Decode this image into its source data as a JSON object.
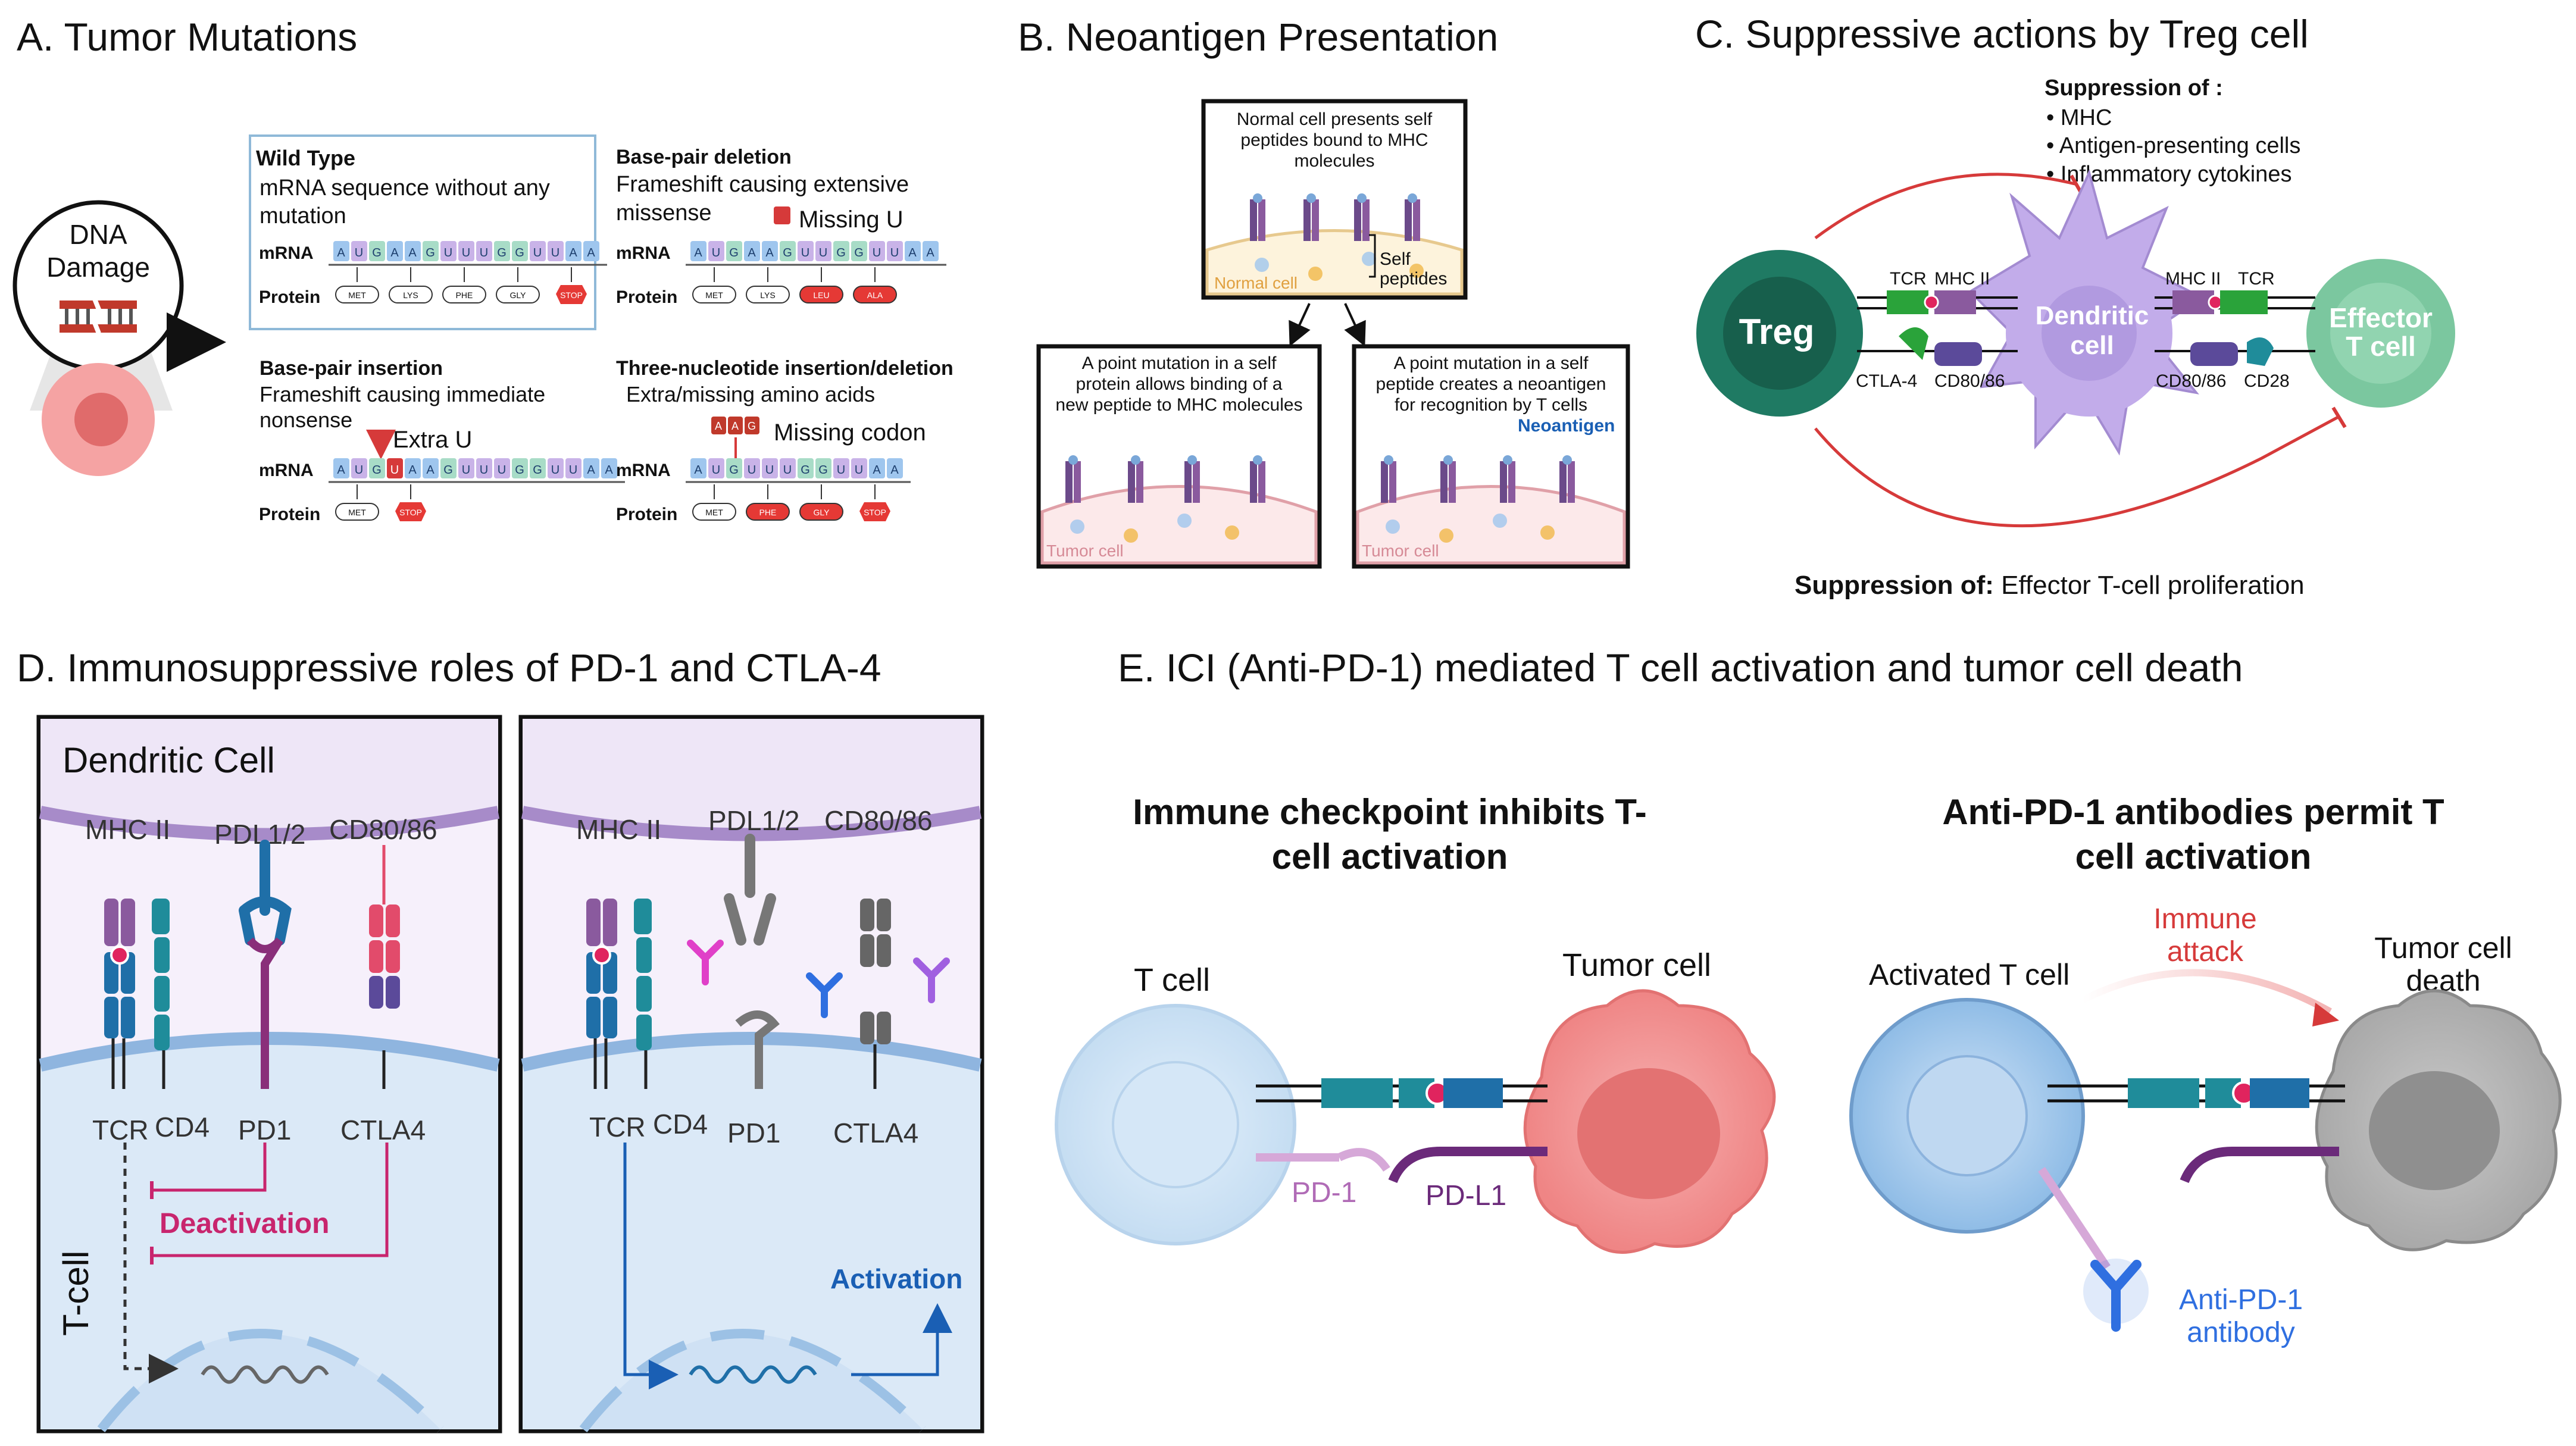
{
  "colors": {
    "membrane_purple": "#b7a3d6",
    "tcell_blue": "#cfe4f5",
    "tcell_edge": "#6f9ccb",
    "treg_teal": "#1f7a63",
    "effector_green": "#7bc79f",
    "dendritic_lilac": "#c2acea",
    "tumor_pink": "#f08a8a",
    "tumor_grey": "#9a9a9a",
    "suppress_red": "#d63a3a",
    "deactivation_magenta": "#c8256e",
    "activation_blue": "#1a5fb4",
    "antibody_blue": "#2f6fe0",
    "tcr_teal": "#1f8c9a",
    "mhc_purple": "#8a5a9e",
    "cd80_red": "#e24b6b",
    "ctla4_indigo": "#5b4a9a",
    "grey_receptor": "#6e6e6e",
    "tcr_green": "#2aa33a"
  },
  "panelA": {
    "title": "A. Tumor Mutations",
    "dna_damage": [
      "DNA",
      "Damage"
    ],
    "wild_type": {
      "heading": "Wild Type",
      "desc": [
        "mRNA sequence without any",
        "mutation"
      ],
      "mrna": "mRNA",
      "protein": "Protein",
      "bases": [
        "A",
        "U",
        "G",
        "A",
        "A",
        "G",
        "U",
        "U",
        "U",
        "G",
        "G",
        "U",
        "U",
        "A",
        "A"
      ],
      "aa": [
        "MET",
        "LYS",
        "PHE",
        "GLY",
        "STOP"
      ]
    },
    "deletion": {
      "heading": "Base-pair deletion",
      "desc": [
        "Frameshift causing extensive",
        "missense"
      ],
      "marker": "Missing U",
      "mrna": "mRNA",
      "protein": "Protein",
      "bases": [
        "A",
        "U",
        "G",
        "A",
        "A",
        "G",
        "U",
        "U",
        "G",
        "G",
        "U",
        "U",
        "A",
        "A"
      ],
      "aa": [
        "MET",
        "LYS",
        "LEU",
        "ALA"
      ]
    },
    "insertion": {
      "heading": "Base-pair insertion",
      "desc": [
        "Frameshift causing immediate",
        "nonsense"
      ],
      "marker": "Extra U",
      "mrna": "mRNA",
      "protein": "Protein",
      "bases": [
        "A",
        "U",
        "G",
        "U",
        "A",
        "A",
        "G",
        "U",
        "U",
        "U",
        "G",
        "G",
        "U",
        "U",
        "A",
        "A"
      ],
      "aa": [
        "MET",
        "STOP"
      ]
    },
    "triplet": {
      "heading": "Three-nucleotide insertion/deletion",
      "desc": [
        "Extra/missing amino acids"
      ],
      "marker": "Missing codon",
      "marker_bases": [
        "A",
        "A",
        "G"
      ],
      "mrna": "mRNA",
      "protein": "Protein",
      "bases": [
        "A",
        "U",
        "G",
        "U",
        "U",
        "U",
        "G",
        "G",
        "U",
        "U",
        "A",
        "A"
      ],
      "aa": [
        "MET",
        "PHE",
        "GLY",
        "STOP"
      ]
    }
  },
  "panelB": {
    "title": "B. Neoantigen Presentation",
    "normal": {
      "caption": [
        "Normal cell presents self",
        "peptides bound to MHC",
        "molecules"
      ],
      "cell_label": "Normal cell",
      "peptide_label": [
        "Self",
        "peptides"
      ]
    },
    "tumor_left": {
      "caption": [
        "A point mutation in a self",
        "protein allows binding of a",
        "new peptide to MHC molecules"
      ],
      "cell_label": "Tumor cell"
    },
    "tumor_right": {
      "caption": [
        "A point mutation in a self",
        "peptide creates a neoantigen",
        "for recognition by T cells"
      ],
      "cell_label": "Tumor cell",
      "neoantigen": "Neoantigen"
    }
  },
  "panelC": {
    "title": "C. Suppressive actions by Treg cell",
    "suppression_heading": "Suppression of :",
    "suppression_items": [
      "MHC",
      "Antigen-presenting cells",
      "Inflammatory cytokines"
    ],
    "treg": "Treg",
    "dendritic": [
      "Dendritic",
      "cell"
    ],
    "effector": [
      "Effector",
      "T cell"
    ],
    "labels_left": {
      "tcr": "TCR",
      "mhc": "MHC II",
      "ctla4": "CTLA-4",
      "cd80": "CD80/86"
    },
    "labels_right": {
      "mhc": "MHC II",
      "tcr": "TCR",
      "cd80": "CD80/86",
      "cd28": "CD28"
    },
    "bottom_bold": "Suppression of:",
    "bottom_rest": " Effector T-cell proliferation"
  },
  "panelD": {
    "title": "D. Immunosuppressive roles of PD-1 and CTLA-4",
    "dendritic_cell": "Dendritic Cell",
    "tcell": "T-cell",
    "left": {
      "top": [
        "MHC II",
        "PDL1/2",
        "CD80/86"
      ],
      "bottom": [
        "TCR",
        "CD4",
        "PD1",
        "CTLA4"
      ],
      "deactivation": "Deactivation"
    },
    "right": {
      "top": [
        "MHC II",
        "PDL1/2",
        "CD80/86"
      ],
      "bottom": [
        "TCR",
        "CD4",
        "PD1",
        "CTLA4"
      ],
      "activation": "Activation"
    }
  },
  "panelE": {
    "title": "E. ICI (Anti-PD-1) mediated T cell activation and tumor cell death",
    "left": {
      "heading": [
        "Immune checkpoint inhibits T-",
        "cell activation"
      ],
      "tcell": "T cell",
      "tumor": "Tumor cell",
      "pd1": "PD-1",
      "pdl1": "PD-L1"
    },
    "right": {
      "heading": [
        "Anti-PD-1 antibodies permit T",
        "cell activation"
      ],
      "activated": "Activated T cell",
      "attack": [
        "Immune",
        "attack"
      ],
      "death": [
        "Tumor cell",
        "death"
      ],
      "antibody": [
        "Anti-PD-1",
        "antibody"
      ]
    }
  }
}
